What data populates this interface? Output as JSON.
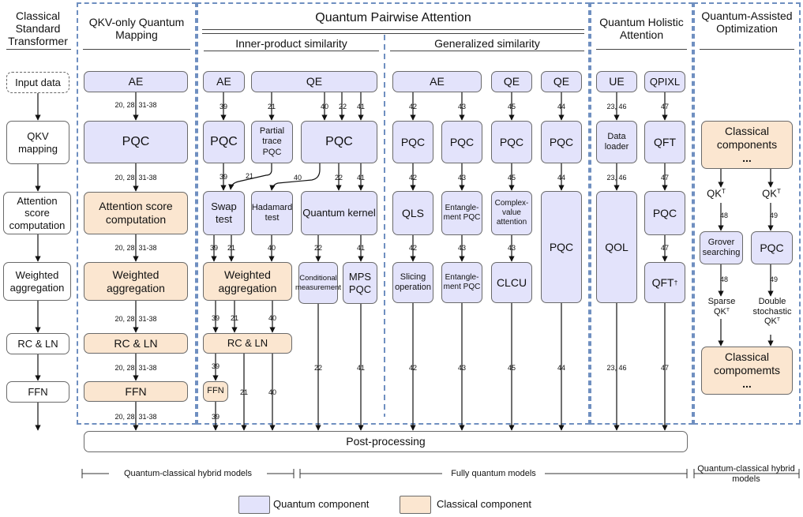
{
  "headers": {
    "classical": "Classical Standard Transformer",
    "qkv": "QKV-only Quantum Mapping",
    "pairwise": "Quantum Pairwise Attention",
    "inner": "Inner-product similarity",
    "generalized": "Generalized similarity",
    "holistic": "Quantum Holistic Attention",
    "optim": "Quantum-Assisted Optimization"
  },
  "stages": {
    "input": "Input data",
    "qkv": "QKV mapping",
    "attn": "Attention score computation",
    "weighted": "Weighted aggregation",
    "rcln": "RC & LN",
    "ffn": "FFN"
  },
  "col1": {
    "ae": "AE",
    "pqc": "PQC",
    "attn": "Attention score computation",
    "weighted": "Weighted aggregation",
    "rcln": "RC & LN",
    "ffn": "FFN",
    "ref": "20, 28, 31-38"
  },
  "inner": {
    "ae": "AE",
    "qe": "QE",
    "pqc1": "PQC",
    "partial": "Partial trace PQC",
    "pqc2": "PQC",
    "swap": "Swap test",
    "hadamard": "Hadamard test",
    "kernel": "Quantum kernel",
    "weighted": "Weighted aggregation",
    "cond": "Conditional measurement",
    "mps": "MPS PQC",
    "rcln": "RC & LN",
    "ffn": "FFN"
  },
  "gen": {
    "ae": "AE",
    "qe1": "QE",
    "qe2": "QE",
    "pqc1": "PQC",
    "pqc2": "PQC",
    "pqc3": "PQC",
    "pqc4": "PQC",
    "pqc5": "PQC",
    "qls": "QLS",
    "ent1": "Entangle-ment PQC",
    "complex": "Complex-value attention",
    "slicing": "Slicing operation",
    "ent2": "Entangle-ment PQC",
    "clcu": "CLCU"
  },
  "holistic": {
    "ue": "UE",
    "qpixl": "QPIXL",
    "loader": "Data loader",
    "qft": "QFT",
    "qol": "QOL",
    "pqc": "PQC",
    "qftd": "QFT",
    "dagger": "†"
  },
  "optim": {
    "cc1": "Classical components",
    "dots1": "...",
    "qk": "QK",
    "sup_t": "T",
    "grover": "Grover searching",
    "pqc": "PQC",
    "sparse": "Sparse",
    "double": "Double stochastic",
    "cc2": "Classical compomemts",
    "dots2": "..."
  },
  "refs": {
    "r39": "39",
    "r21": "21",
    "r40": "40",
    "r22": "22",
    "r41": "41",
    "r42": "42",
    "r43": "43",
    "r45": "45",
    "r44": "44",
    "r2346": "23, 46",
    "r47": "47",
    "r48": "48",
    "r49": "49"
  },
  "post": "Post-processing",
  "categories": {
    "hybrid1": "Quantum-classical hybrid models",
    "fully": "Fully quantum models",
    "hybrid2": "Quantum-classical hybrid models"
  },
  "legend": {
    "quantum": "Quantum component",
    "classical": "Classical component"
  },
  "colors": {
    "quantum": "#e3e3fb",
    "classical": "#fbe6d0",
    "panel_border": "#6f8fc0"
  }
}
